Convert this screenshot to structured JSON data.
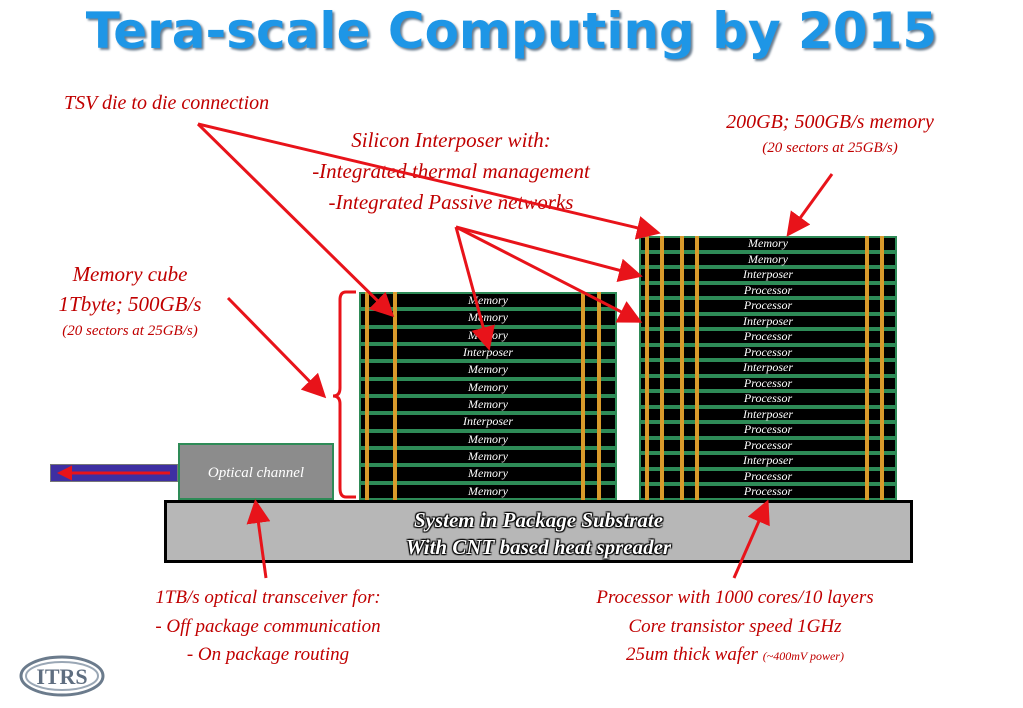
{
  "title": "Tera-scale Computing by 2015",
  "labels": {
    "tsv": "TSV die to die connection",
    "interposer_title": "Silicon Interposer with:",
    "interposer_l1": "-Integrated thermal management",
    "interposer_l2": "-Integrated Passive networks",
    "mem200_l1": "200GB; 500GB/s  memory",
    "mem200_l2": "(20 sectors at 25GB/s)",
    "cube_l1": "Memory cube",
    "cube_l2": "1Tbyte; 500GB/s",
    "cube_l3": "(20 sectors at 25GB/s)",
    "optical_l1": "1TB/s optical transceiver for:",
    "optical_l2": "- Off package communication",
    "optical_l3": "- On package routing",
    "proc_l1": "Processor with 1000 cores/10 layers",
    "proc_l2": "Core transistor speed 1GHz",
    "proc_l3": "25um thick wafer",
    "proc_l3_small": "(~400mV power)"
  },
  "optical_channel": "Optical channel",
  "substrate": {
    "line1": "System in Package Substrate",
    "line2": "With CNT based heat spreader"
  },
  "memory_stack": [
    "Memory",
    "Memory",
    "Memory",
    "Interposer",
    "Memory",
    "Memory",
    "Memory",
    "Interposer",
    "Memory",
    "Memory",
    "Memory",
    "Memory"
  ],
  "processor_stack": [
    "Memory",
    "Memory",
    "Interposer",
    "Processor",
    "Processor",
    "Interposer",
    "Processor",
    "Processor",
    "Interposer",
    "Processor",
    "Processor",
    "Interposer",
    "Processor",
    "Processor",
    "Interposer",
    "Processor",
    "Processor"
  ],
  "logo": "ITRS",
  "colors": {
    "title": "#1e96e6",
    "label": "#c00000",
    "arrow": "#e8131a",
    "layer_border": "#2e8b57",
    "tsv": "#d99a2b"
  }
}
